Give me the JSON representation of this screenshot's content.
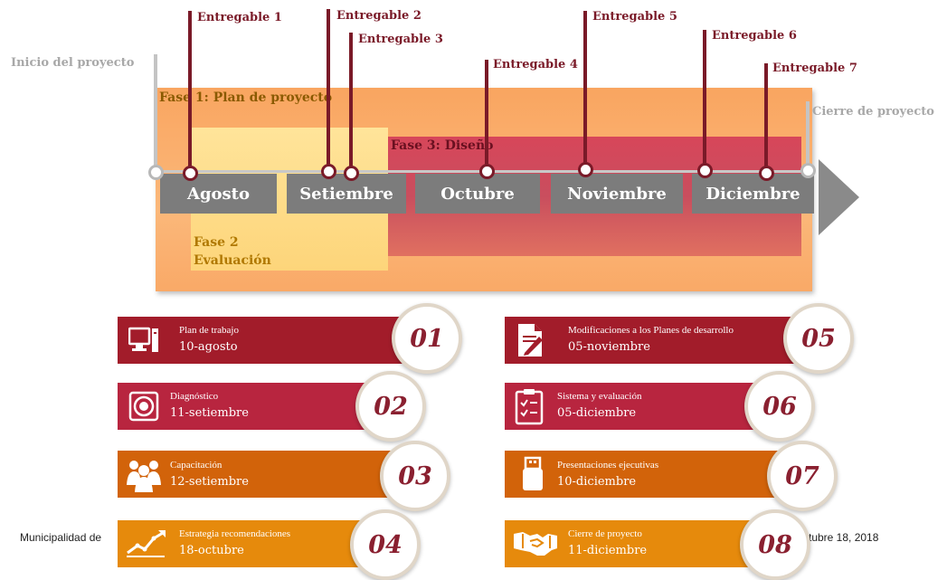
{
  "timeline": {
    "start_label": "Inicio del proyecto",
    "end_label": "Cierre de proyecto",
    "months": [
      "Agosto",
      "Setiembre",
      "Octubre",
      "Noviembre",
      "Diciembre"
    ],
    "phases": {
      "phase1": "Fase 1: Plan de proyecto",
      "phase2_line1": "Fase 2",
      "phase2_line2": "Evaluación",
      "phase3": "Fase 3: Diseño"
    },
    "deliverables": [
      "Entregable 1",
      "Entregable 2",
      "Entregable 3",
      "Entregable 4",
      "Entregable 5",
      "Entregable 6",
      "Entregable 7"
    ]
  },
  "cards": [
    {
      "number": "01",
      "title": "Plan de trabajo",
      "date": "10-agosto",
      "icon": "computer-icon",
      "color": "#a21c2a"
    },
    {
      "number": "02",
      "title": "Diagnóstico",
      "date": "11-setiembre",
      "icon": "target-icon",
      "color": "#b8253f"
    },
    {
      "number": "03",
      "title": "Capacitación",
      "date": "12-setiembre",
      "icon": "people-icon",
      "color": "#d2630a"
    },
    {
      "number": "04",
      "title": "Estrategia recomendaciones",
      "date": "18-octubre",
      "icon": "chart-trend-icon",
      "color": "#e68a0c"
    },
    {
      "number": "05",
      "title": "Modificaciones a los Planes de desarrollo",
      "date": "05-noviembre",
      "icon": "document-edit-icon",
      "color": "#a21c2a"
    },
    {
      "number": "06",
      "title": "Sistema y evaluación",
      "date": "05-diciembre",
      "icon": "clipboard-check-icon",
      "color": "#b8253f"
    },
    {
      "number": "07",
      "title": "Presentaciones ejecutivas",
      "date": "10-diciembre",
      "icon": "usb-drive-icon",
      "color": "#d2630a"
    },
    {
      "number": "08",
      "title": "Cierre de proyecto",
      "date": "11-diciembre",
      "icon": "handshake-icon",
      "color": "#e68a0c"
    }
  ],
  "footer": {
    "left": "Municipalidad de",
    "right": "ctubre 18, 2018"
  }
}
